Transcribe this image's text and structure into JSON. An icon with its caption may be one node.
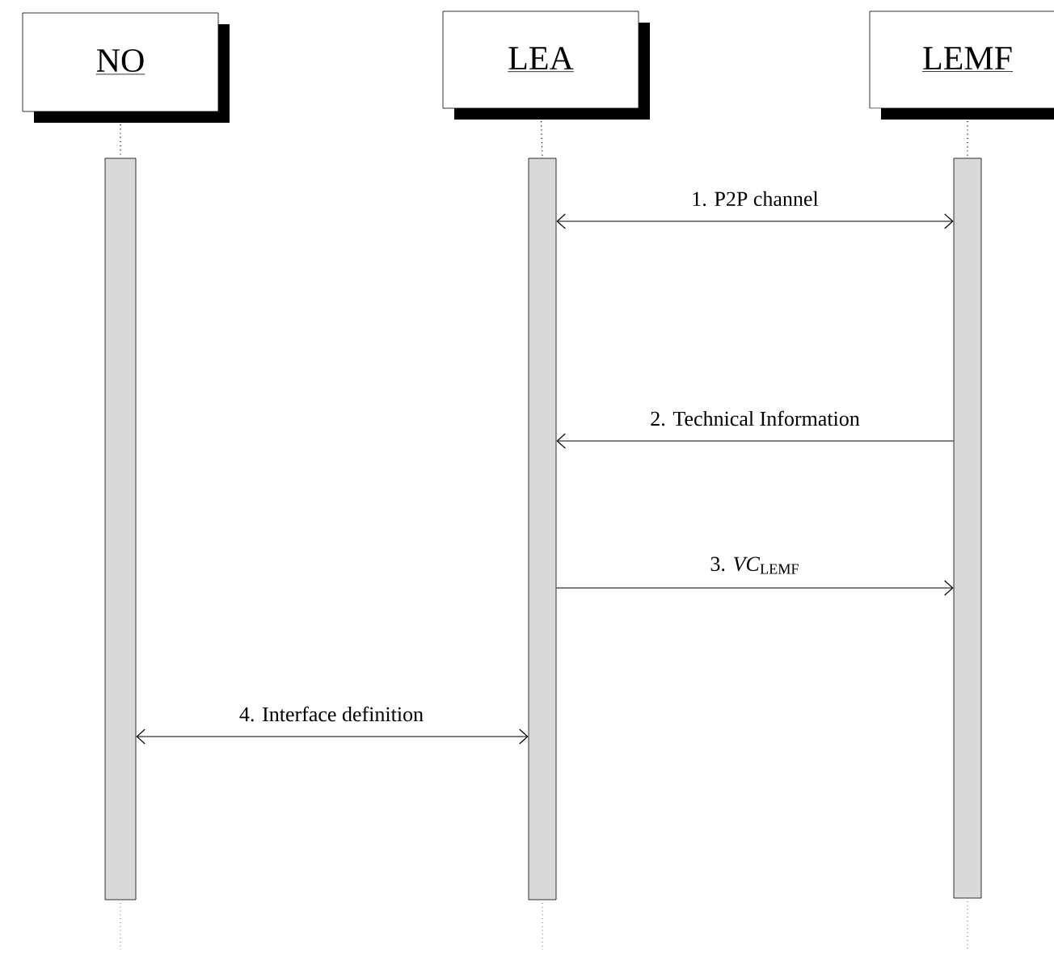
{
  "diagram": {
    "nodes": [
      {
        "text": [
          "NO"
        ]
      },
      {
        "text": [
          "LEA"
        ]
      },
      {
        "text": [
          "LEMF"
        ]
      },
      {
        "text": [],
        "shape": "bar"
      },
      {
        "text": [],
        "shape": "bar"
      },
      {
        "text": [],
        "shape": "bar"
      }
    ],
    "edges": [
      {
        "from": 0,
        "to": 3,
        "arrow": "none",
        "style": "dashed"
      },
      {
        "from": 1,
        "to": 4,
        "arrow": "none",
        "style": "dashed"
      },
      {
        "from": 2,
        "to": 5,
        "arrow": "none",
        "style": "dashed"
      },
      {
        "from": 4,
        "to": 5,
        "arrow": "both",
        "label": "1. P2P channel"
      },
      {
        "from": 5,
        "to": 4,
        "arrow": "to",
        "label": "2. Technical Information"
      },
      {
        "from": 4,
        "to": 5,
        "arrow": "to",
        "label": "3. *VC*$_{LEMF}$"
      },
      {
        "from": 3,
        "to": 4,
        "arrow": "both",
        "label": "4. Interface definition"
      }
    ]
  }
}
